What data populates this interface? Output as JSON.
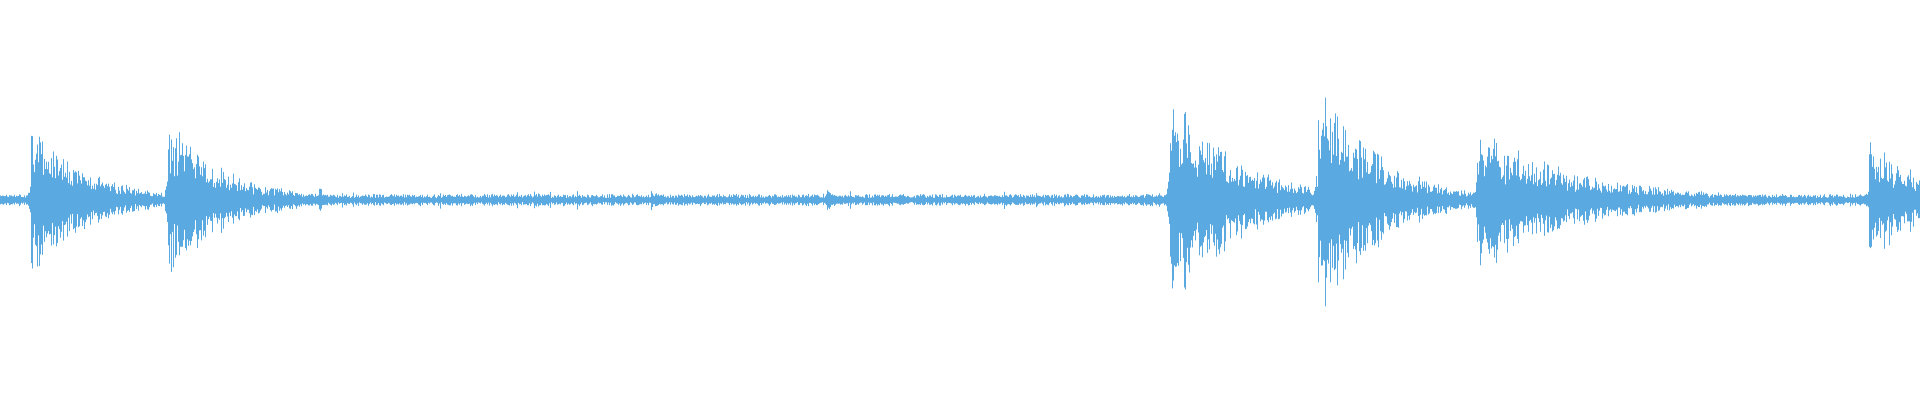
{
  "waveform": {
    "color": "#5aa9e0",
    "background": "#ffffff",
    "baseline_amplitude": 0.025,
    "noise_floor": 0.035,
    "events": [
      {
        "time": 0.016,
        "peak": 0.42,
        "decay": 0.03
      },
      {
        "time": 0.087,
        "peak": 0.44,
        "decay": 0.03
      },
      {
        "time": 0.166,
        "peak": 0.07,
        "decay": 0.006
      },
      {
        "time": 0.278,
        "peak": 0.07,
        "decay": 0.006
      },
      {
        "time": 0.339,
        "peak": 0.07,
        "decay": 0.006
      },
      {
        "time": 0.43,
        "peak": 0.07,
        "decay": 0.006
      },
      {
        "time": 0.609,
        "peak": 0.62,
        "decay": 0.035
      },
      {
        "time": 0.686,
        "peak": 0.7,
        "decay": 0.03
      },
      {
        "time": 0.769,
        "peak": 0.38,
        "decay": 0.055
      },
      {
        "time": 0.836,
        "peak": 0.08,
        "decay": 0.01
      },
      {
        "time": 0.973,
        "peak": 0.34,
        "decay": 0.03
      }
    ]
  }
}
